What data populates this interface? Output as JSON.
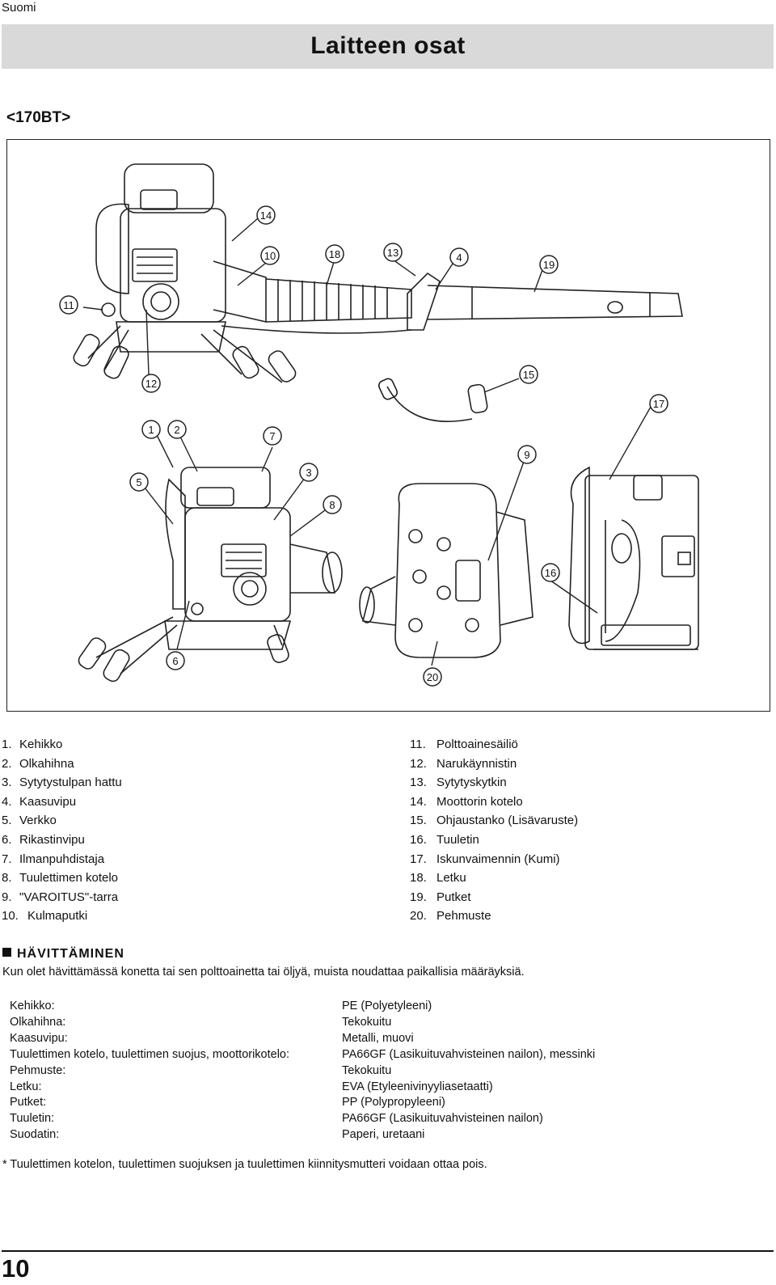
{
  "header": {
    "language": "Suomi",
    "title": "Laitteen osat"
  },
  "model": "<170BT>",
  "figure": {
    "callouts": [
      "1",
      "2",
      "3",
      "4",
      "5",
      "6",
      "7",
      "8",
      "9",
      "10",
      "11",
      "12",
      "13",
      "14",
      "15",
      "16",
      "17",
      "18",
      "19",
      "20"
    ]
  },
  "parts_left": [
    {
      "num": "1.",
      "label": "Kehikko"
    },
    {
      "num": "2.",
      "label": "Olkahihna"
    },
    {
      "num": "3.",
      "label": "Sytytystulpan hattu"
    },
    {
      "num": "4.",
      "label": "Kaasuvipu"
    },
    {
      "num": "5.",
      "label": "Verkko"
    },
    {
      "num": "6.",
      "label": "Rikastinvipu"
    },
    {
      "num": "7.",
      "label": "Ilmanpuhdistaja"
    },
    {
      "num": "8.",
      "label": "Tuulettimen kotelo"
    },
    {
      "num": "9.",
      "label": "\"VAROITUS\"-tarra"
    },
    {
      "num": "10.",
      "label": "Kulmaputki"
    }
  ],
  "parts_right": [
    {
      "num": "11.",
      "label": "Polttoainesäiliö"
    },
    {
      "num": "12.",
      "label": "Narukäynnistin"
    },
    {
      "num": "13.",
      "label": "Sytytyskytkin"
    },
    {
      "num": "14.",
      "label": "Moottorin kotelo"
    },
    {
      "num": "15.",
      "label": "Ohjaustanko (Lisävaruste)"
    },
    {
      "num": "16.",
      "label": "Tuuletin"
    },
    {
      "num": "17.",
      "label": "Iskunvaimennin (Kumi)"
    },
    {
      "num": "18.",
      "label": "Letku"
    },
    {
      "num": "19.",
      "label": "Putket"
    },
    {
      "num": "20.",
      "label": "Pehmuste"
    }
  ],
  "disposal": {
    "heading": "HÄVITTÄMINEN",
    "text": "Kun olet hävittämässä konetta tai sen polttoainetta tai öljyä, muista noudattaa paikallisia määräyksiä."
  },
  "materials": [
    {
      "part": "Kehikko:",
      "material": "PE (Polyetyleeni)"
    },
    {
      "part": "Olkahihna:",
      "material": "Tekokuitu"
    },
    {
      "part": "Kaasuvipu:",
      "material": "Metalli, muovi"
    },
    {
      "part": "Tuulettimen kotelo, tuulettimen suojus, moottorikotelo:",
      "material": "PA66GF (Lasikuituvahvisteinen nailon), messinki"
    },
    {
      "part": "Pehmuste:",
      "material": "Tekokuitu"
    },
    {
      "part": "Letku:",
      "material": "EVA (Etyleenivinyyliasetaatti)"
    },
    {
      "part": "Putket:",
      "material": "PP (Polypropyleeni)"
    },
    {
      "part": "Tuuletin:",
      "material": "PA66GF (Lasikuituvahvisteinen nailon)"
    },
    {
      "part": "Suodatin:",
      "material": "Paperi, uretaani"
    }
  ],
  "note": "* Tuulettimen kotelon, tuulettimen suojuksen ja tuulettimen kiinnitysmutteri voidaan ottaa pois.",
  "footer": {
    "page_number": "10"
  }
}
